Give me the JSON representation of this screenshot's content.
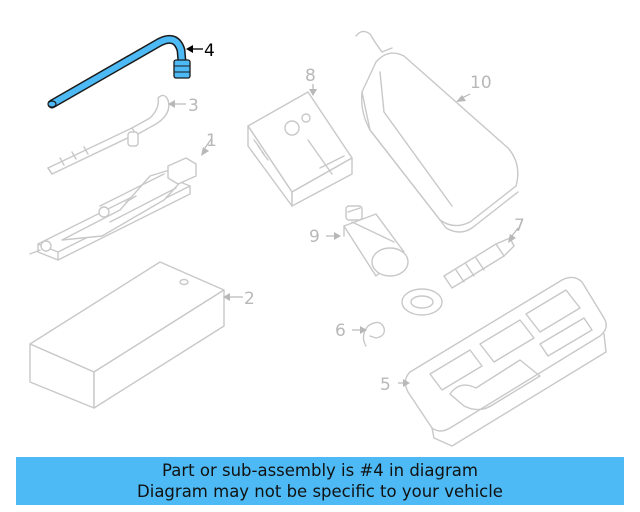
{
  "diagram": {
    "callouts": {
      "c1": "1",
      "c2": "2",
      "c3": "3",
      "c4": "4",
      "c5": "5",
      "c6": "6",
      "c7": "7",
      "c8": "8",
      "c9": "9",
      "c10": "10"
    },
    "highlight_part": "4",
    "highlight_color": "#4dbaf5",
    "part_line_color": "#c8c8c8"
  },
  "caption": {
    "line1": "Part or sub-assembly is #4 in diagram",
    "line2": "Diagram may not be specific to your vehicle",
    "background": "#4dbaf5"
  }
}
